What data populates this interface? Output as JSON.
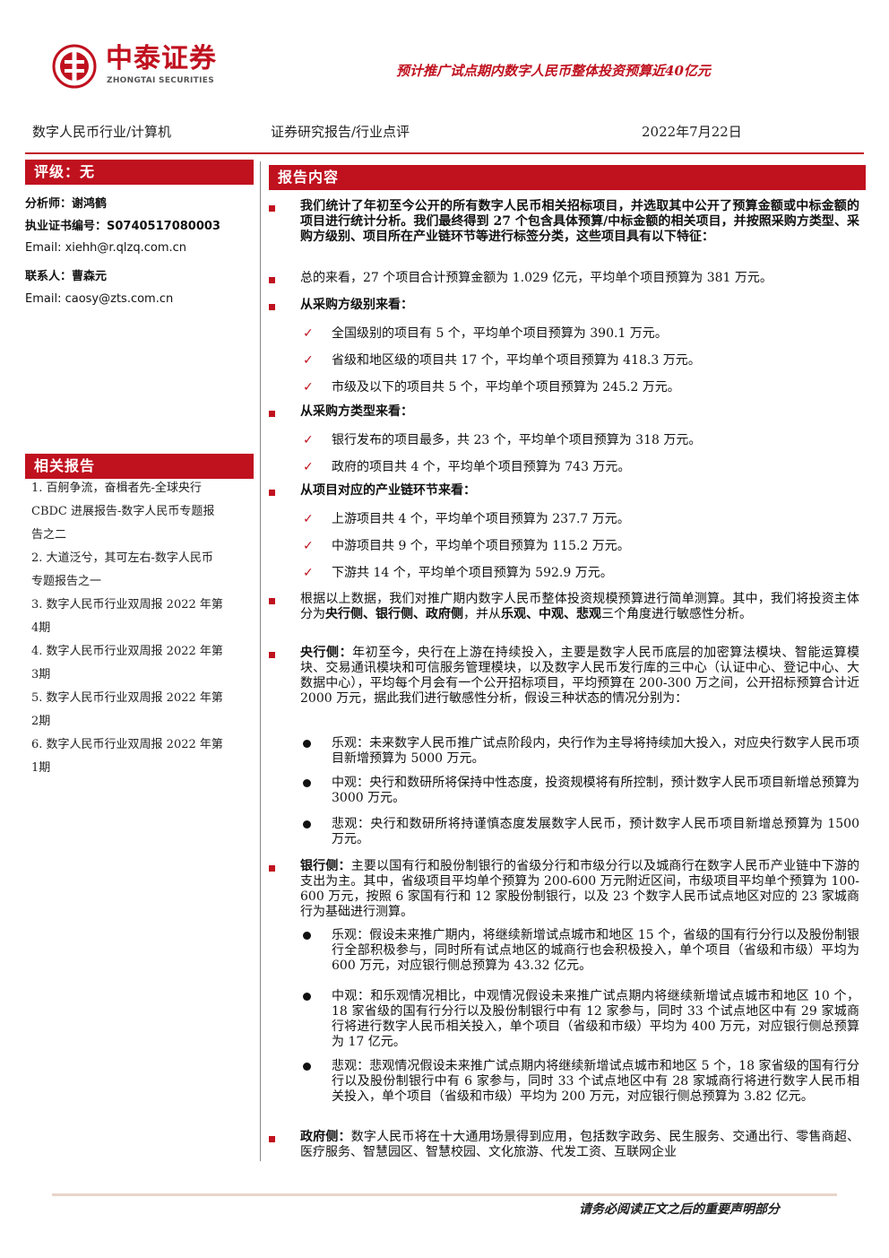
{
  "brand": {
    "name_cn": "中泰证券",
    "name_en": "ZHONGTAI SECURITIES",
    "color": "#c0111f"
  },
  "headline": "预计推广试点期内数字人民币整体投资预算近40亿元",
  "header": {
    "industry": "数字人民币行业/计算机",
    "report_type": "证券研究报告/行业点评",
    "date": "2022年7月22日"
  },
  "sidebar": {
    "rating": "评级：无",
    "analyst_label": "分析师：",
    "analyst": "谢鸿鹤",
    "cert_label": "执业证书编号：",
    "cert": "S0740517080003",
    "email1_label": "Email: ",
    "email1": "xiehh@r.qlzq.com.cn",
    "contact_label": "联系人：",
    "contact": "曹森元",
    "email2_label": "Email: ",
    "email2": "caosy@zts.com.cn",
    "related_title": "相关报告",
    "related": [
      "1. 百舸争流，奋楫者先-全球央行",
      "CBDC 进展报告-数字人民币专题报",
      "告之二",
      "2. 大道泛兮，其可左右-数字人民币",
      "专题报告之一",
      "3. 数字人民币行业双周报 2022 年第",
      "4期",
      "4. 数字人民币行业双周报 2022 年第",
      "3期",
      "5. 数字人民币行业双周报 2022 年第",
      "2期",
      "6. 数字人民币行业双周报 2022 年第",
      "1期"
    ]
  },
  "main": {
    "section_title": "报告内容",
    "intro": "我们统计了年初至今公开的所有数字人民币相关招标项目，并选取其中公开了预算金额或中标金额的项目进行统计分析。我们最终得到 27 个包含具体预算/中标金额的相关项目，并按照采购方类型、采购方级别、项目所在产业链环节等进行标签分类，这些项目具有以下特征：",
    "summary": "总的来看，27 个项目合计预算金额为 1.029 亿元，平均单个项目预算为 381 万元。",
    "level_title": "从采购方级别来看：",
    "level_items": [
      "全国级别的项目有 5 个，平均单个项目预算为 390.1 万元。",
      "省级和地区级的项目共 17 个，平均单个项目预算为 418.3 万元。",
      "市级及以下的项目共 5 个，平均单个项目预算为 245.2 万元。"
    ],
    "type_title": "从采购方类型来看：",
    "type_items": [
      "银行发布的项目最多，共 23 个，平均单个项目预算为 318 万元。",
      "政府的项目共 4 个，平均单个项目预算为 743 万元。"
    ],
    "chain_title": "从项目对应的产业链环节来看：",
    "chain_items": [
      "上游项目共 4 个，平均单个项目预算为 237.7 万元。",
      "中游项目共 9 个，平均单个项目预算为 115.2 万元。",
      "下游共 14 个，平均单个项目预算为 592.9 万元。"
    ],
    "estimate_p1": "根据以上数据，我们对推广期内数字人民币整体投资规模预算进行简单测算。其中，我们将投资主体分为",
    "estimate_b1": "央行侧、银行侧、政府侧",
    "estimate_p2": "，并从",
    "estimate_b2": "乐观、中观、悲观",
    "estimate_p3": "三个角度进行敏感性分析。",
    "central_label": "央行侧：",
    "central_text": "年初至今，央行在上游在持续投入，主要是数字人民币底层的加密算法模块、智能运算模块、交易通讯模块和可信服务管理模块，以及数字人民币发行库的三中心（认证中心、登记中心、大数据中心），平均每个月会有一个公开招标项目，平均预算在 200-300 万之间，公开招标预算合计近 2000 万元，据此我们进行敏感性分析，假设三种状态的情况分别为：",
    "central_cases": [
      "乐观：未来数字人民币推广试点阶段内，央行作为主导将持续加大投入，对应央行数字人民币项目新增预算为 5000 万元。",
      "中观：央行和数研所将保持中性态度，投资规模将有所控制，预计数字人民币项目新增总预算为 3000 万元。",
      "悲观：央行和数研所将持谨慎态度发展数字人民币，预计数字人民币项目新增总预算为 1500 万元。"
    ],
    "bank_label": "银行侧：",
    "bank_text": "主要以国有行和股份制银行的省级分行和市级分行以及城商行在数字人民币产业链中下游的支出为主。其中，省级项目平均单个预算为 200-600 万元附近区间，市级项目平均单个预算为 100-600 万元，按照 6 家国有行和 12 家股份制银行，以及 23 个数字人民币试点地区对应的 23 家城商行为基础进行测算。",
    "bank_cases": [
      "乐观：假设未来推广期内，将继续新增试点城市和地区 15 个，省级的国有行分行以及股份制银行全部积极参与，同时所有试点地区的城商行也会积极投入，单个项目（省级和市级）平均为 600 万元，对应银行侧总预算为 43.32 亿元。",
      "中观：和乐观情况相比，中观情况假设未来推广试点期内将继续新增试点城市和地区 10 个，18 家省级的国有行分行以及股份制银行中有 12 家参与，同时 33 个试点地区中有 29 家城商行将进行数字人民币相关投入，单个项目（省级和市级）平均为 400 万元，对应银行侧总预算为 17 亿元。",
      "悲观：悲观情况假设未来推广试点期内将继续新增试点城市和地区 5 个，18 家省级的国有行分行以及股份制银行中有 6 家参与，同时 33 个试点地区中有 28 家城商行将进行数字人民币相关投入，单个项目（省级和市级）平均为 200 万元，对应银行侧总预算为 3.82 亿元。"
    ],
    "gov_label": "政府侧：",
    "gov_text": "数字人民币将在十大通用场景得到应用，包括数字政务、民生服务、交通出行、零售商超、医疗服务、智慧园区、智慧校园、文化旅游、代发工资、互联网企业"
  },
  "footer": "请务必阅读正文之后的重要声明部分"
}
